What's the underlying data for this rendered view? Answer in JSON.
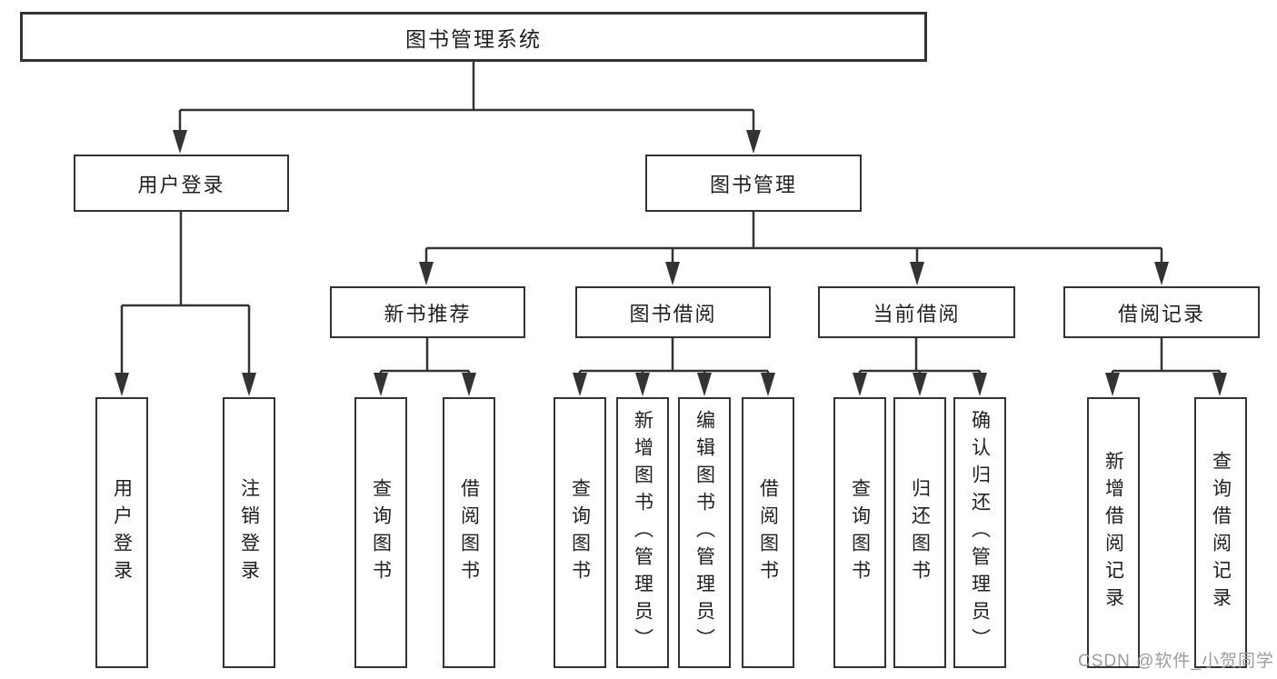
{
  "diagram": {
    "type": "tree",
    "root": {
      "label": "图书管理系统",
      "children": [
        {
          "label": "用户登录",
          "children": [
            {
              "label": "用户登录"
            },
            {
              "label": "注销登录"
            }
          ]
        },
        {
          "label": "图书管理",
          "children": [
            {
              "label": "新书推荐",
              "children": [
                {
                  "label": "查询图书"
                },
                {
                  "label": "借阅图书"
                }
              ]
            },
            {
              "label": "图书借阅",
              "children": [
                {
                  "label": "查询图书"
                },
                {
                  "label": "新增图书（管理员）"
                },
                {
                  "label": "编辑图书（管理员）"
                },
                {
                  "label": "借阅图书"
                }
              ]
            },
            {
              "label": "当前借阅",
              "children": [
                {
                  "label": "查询图书"
                },
                {
                  "label": "归还图书"
                },
                {
                  "label": "确认归还（管理员）"
                }
              ]
            },
            {
              "label": "借阅记录",
              "children": [
                {
                  "label": "新增借阅记录"
                },
                {
                  "label": "查询借阅记录"
                }
              ]
            }
          ]
        }
      ]
    }
  },
  "watermark": "CSDN @软件_小贺同学",
  "colors": {
    "line": "#333333",
    "border": "#333333",
    "text": "#1f1f1f",
    "background": "#ffffff",
    "watermark": "#9c9c9c"
  }
}
